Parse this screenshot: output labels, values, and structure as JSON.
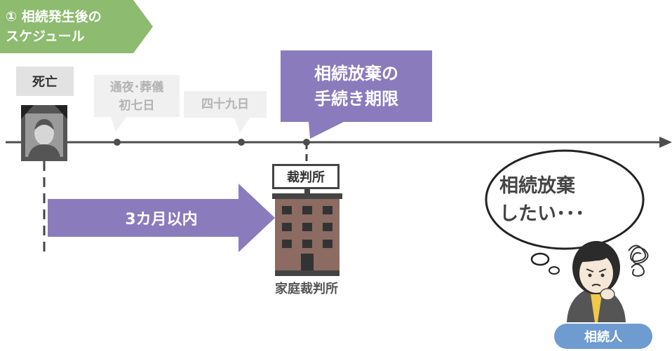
{
  "header": {
    "line1": "① 相続発生後の",
    "line2": "スケジュール"
  },
  "timeline": {
    "death_label": "死亡",
    "wake_label_line1": "通夜･葬儀",
    "wake_label_line2": "初七日",
    "shijukunichi_label": "四十九日",
    "deadline_line1": "相続放棄の",
    "deadline_line2": "手続き期限"
  },
  "period_arrow": {
    "label": "3カ月以内"
  },
  "court": {
    "sign": "裁判所",
    "caption": "家庭裁判所"
  },
  "speech": {
    "line1": "相続放棄",
    "line2": "したい･･･"
  },
  "heir": {
    "label": "相続人"
  },
  "colors": {
    "green": "#8dbb6f",
    "purple": "#8a7bbd",
    "brown": "#8b6b62",
    "blue": "#6e9bd0",
    "grey": "#e2e2e2"
  }
}
